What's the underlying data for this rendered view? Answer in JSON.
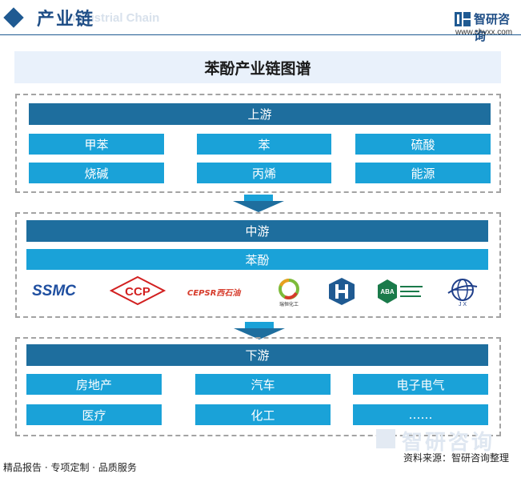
{
  "header": {
    "title": "产业链",
    "ghost_text": "Industrial Chain",
    "brand_name": "智研咨询",
    "brand_url": "www.chyxx.com"
  },
  "chart_title": "苯酚产业链图谱",
  "upstream": {
    "heading": "上游",
    "items": [
      "甲苯",
      "苯",
      "硫酸",
      "烧碱",
      "丙烯",
      "能源"
    ]
  },
  "midstream": {
    "heading": "中游",
    "product": "苯酚",
    "companies": [
      {
        "icon": "ssmc-logo",
        "text": "SSMC"
      },
      {
        "icon": "ccp-logo",
        "text": "CCP"
      },
      {
        "icon": "cepsr-logo",
        "text": "CEPSR西石油"
      },
      {
        "icon": "ruiheng-logo",
        "text": "瑞恒化工"
      },
      {
        "icon": "company-logo-blue",
        "text": ""
      },
      {
        "icon": "aba-logo",
        "text": "ABA"
      },
      {
        "icon": "jx-logo",
        "text": "J X"
      }
    ]
  },
  "downstream": {
    "heading": "下游",
    "items": [
      "房地产",
      "汽车",
      "电子电气",
      "医疗",
      "化工",
      "……"
    ]
  },
  "footer": {
    "left": "精品报告 · 专项定制 · 品质服务",
    "source": "资料来源：智研咨询整理",
    "watermark": "智研咨询"
  },
  "colors": {
    "dark_bar": "#1e6e9e",
    "cyan_box": "#1aa2d8",
    "title_bg": "#e9f1fb",
    "brand": "#1f5a92"
  }
}
